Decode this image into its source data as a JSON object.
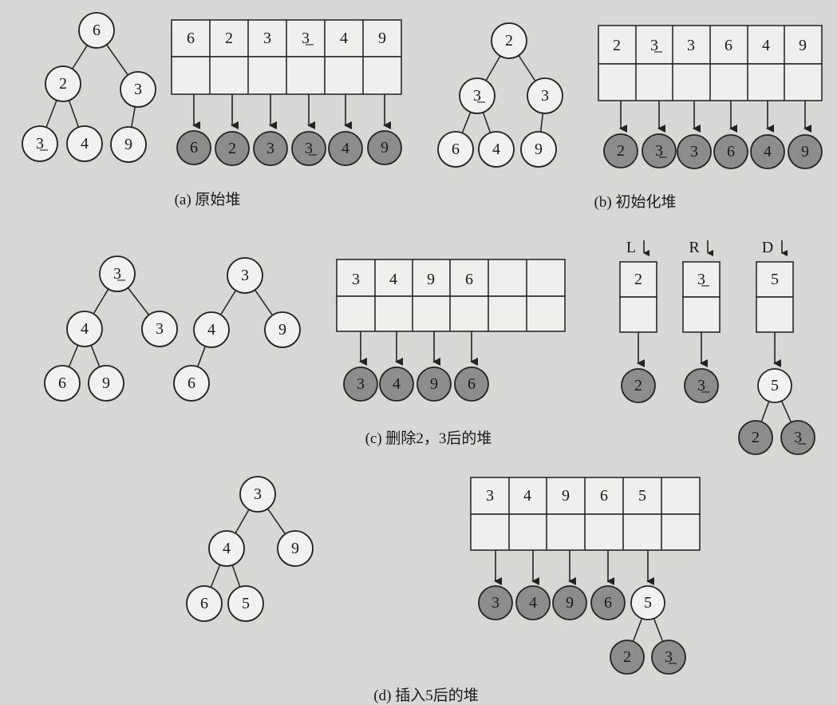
{
  "captions": {
    "a": "(a) 原始堆",
    "b": "(b) 初始化堆",
    "c": "(c) 删除2，3后的堆",
    "d": "(d) 插入5后的堆"
  },
  "stack_labels": {
    "L": "L",
    "R": "R",
    "D": "D"
  },
  "panel_a": {
    "tree": [
      "6",
      "2",
      "3",
      "3̲",
      "4",
      "9"
    ],
    "array": [
      "6",
      "2",
      "3",
      "3̲",
      "4",
      "9"
    ],
    "list": [
      "6",
      "2",
      "3",
      "3̲",
      "4",
      "9"
    ]
  },
  "panel_b": {
    "tree": [
      "2",
      "3̲",
      "3",
      "6",
      "4",
      "9"
    ],
    "array": [
      "2",
      "3̲",
      "3",
      "6",
      "4",
      "9"
    ],
    "list": [
      "2",
      "3̲",
      "3",
      "6",
      "4",
      "9"
    ]
  },
  "panel_c": {
    "tree1": [
      "3̲",
      "4",
      "3",
      "6",
      "9"
    ],
    "tree2": [
      "3",
      "4",
      "9",
      "6"
    ],
    "array": [
      "3",
      "4",
      "9",
      "6",
      "",
      ""
    ],
    "list": [
      "3",
      "4",
      "9",
      "6"
    ],
    "L": {
      "value": "2",
      "node": "2"
    },
    "R": {
      "value": "3̲",
      "node": "3̲"
    },
    "D": {
      "value": "5",
      "node": "5",
      "children": [
        "2",
        "3̲"
      ]
    }
  },
  "panel_d": {
    "tree": [
      "3",
      "4",
      "9",
      "6",
      "5"
    ],
    "array": [
      "3",
      "4",
      "9",
      "6",
      "5",
      ""
    ],
    "list": [
      "3",
      "4",
      "9",
      "6",
      "5"
    ],
    "list_children": [
      "2",
      "3̲"
    ]
  }
}
